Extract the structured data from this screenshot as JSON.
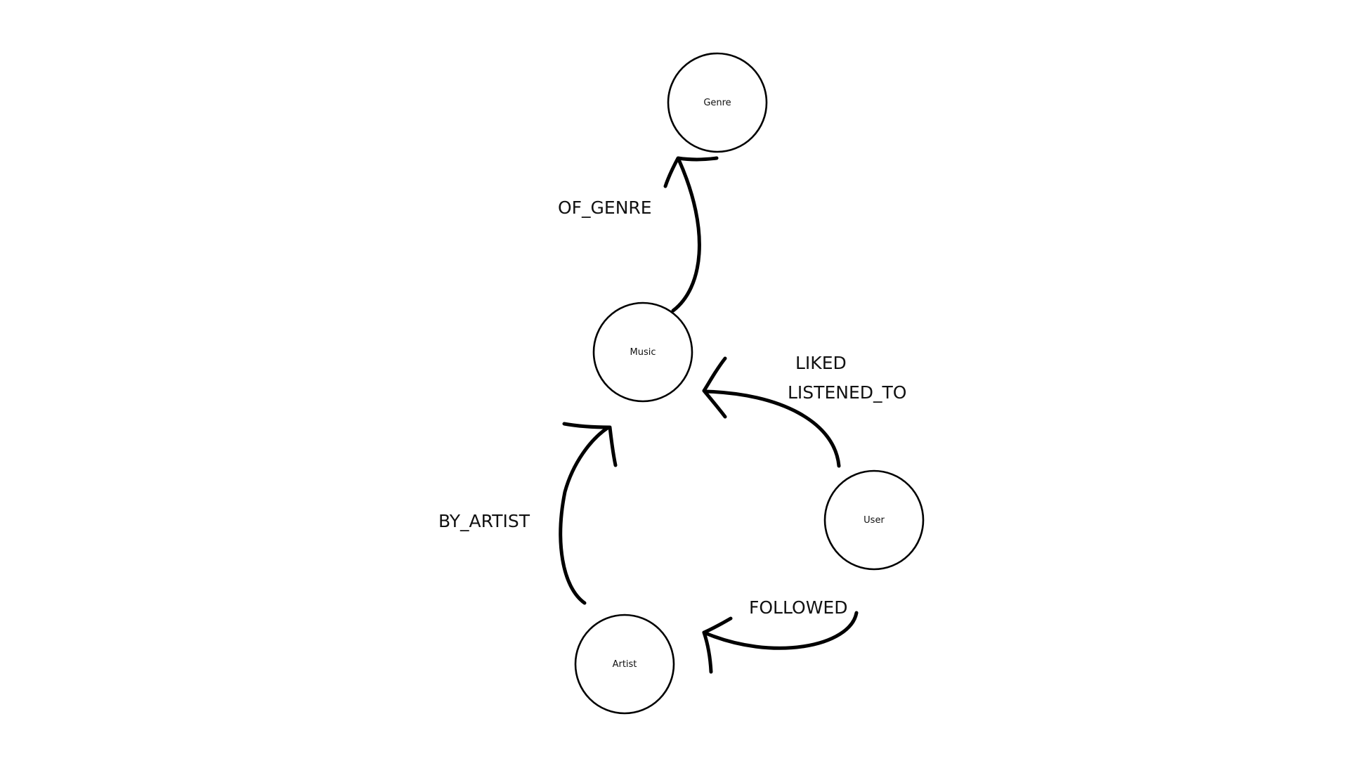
{
  "diagram": {
    "nodes": {
      "genre": {
        "label": "Genre"
      },
      "music": {
        "label": "Music"
      },
      "user": {
        "label": "User"
      },
      "artist": {
        "label": "Artist"
      }
    },
    "edges": {
      "of_genre": {
        "label": "OF_GENRE",
        "from": "Music",
        "to": "Genre"
      },
      "liked": {
        "label": "LIKED",
        "from": "User",
        "to": "Music"
      },
      "listened_to": {
        "label": "LISTENED_TO",
        "from": "User",
        "to": "Music"
      },
      "by_artist": {
        "label": "BY_ARTIST",
        "from": "Artist",
        "to": "Music"
      },
      "followed": {
        "label": "FOLLOWED",
        "from": "User",
        "to": "Artist"
      }
    },
    "colors": {
      "stroke": "#000000",
      "background": "#ffffff",
      "text": "#111111"
    }
  }
}
